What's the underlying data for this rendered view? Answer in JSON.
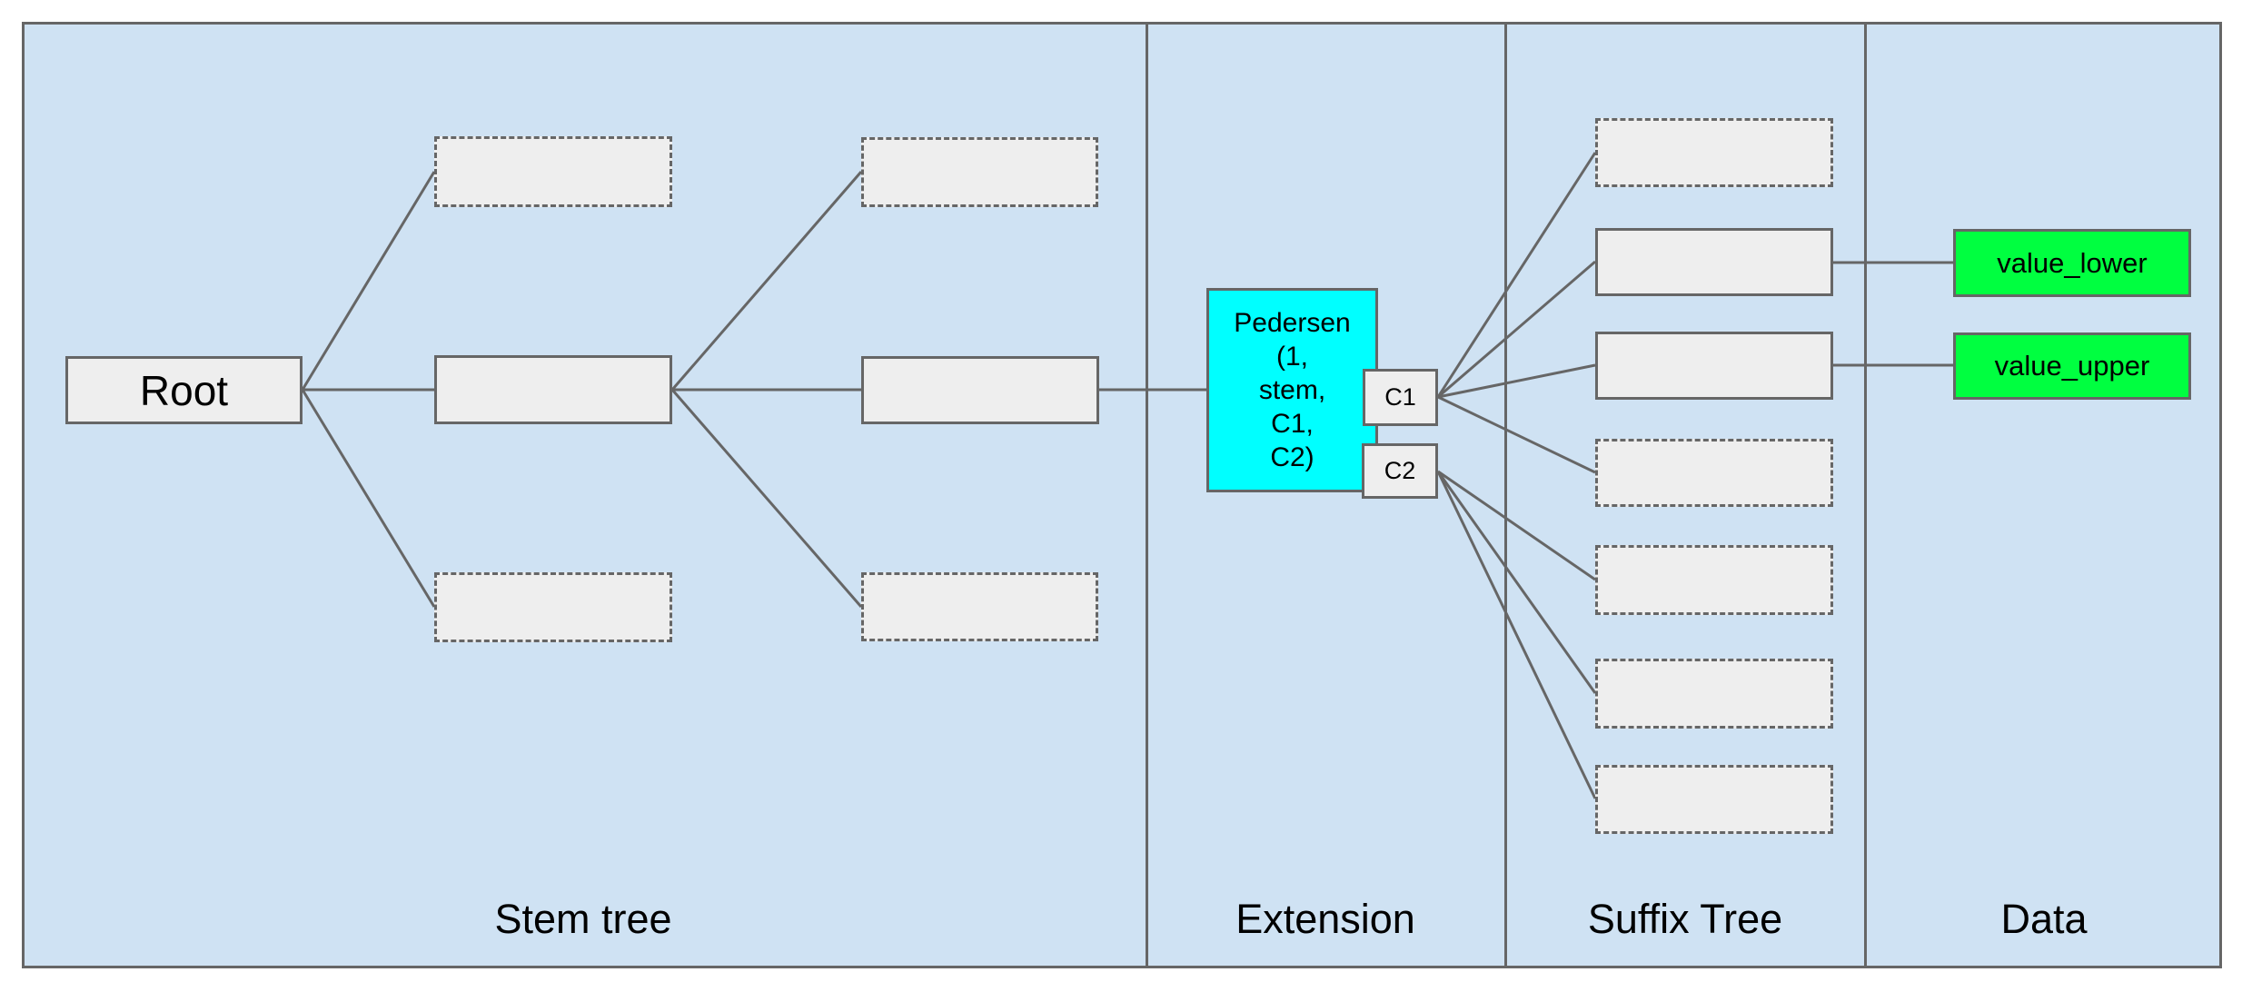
{
  "diagram": {
    "sections": [
      {
        "label": "Stem tree"
      },
      {
        "label": "Extension"
      },
      {
        "label": "Suffix Tree"
      },
      {
        "label": "Data"
      }
    ],
    "nodes": {
      "root": {
        "label": "Root"
      },
      "pedersen": {
        "label": "Pedersen (1, stem, C1, C2)",
        "lines": [
          "Pedersen",
          "(1,",
          "stem,",
          "C1,",
          "C2)"
        ]
      },
      "c1": {
        "label": "C1"
      },
      "c2": {
        "label": "C2"
      },
      "value_lower": {
        "label": "value_lower"
      },
      "value_upper": {
        "label": "value_upper"
      }
    },
    "colors": {
      "canvas_background": "#cfe2f3",
      "node_fill": "#eeeeee",
      "line_and_border": "#666666",
      "pedersen_fill": "#00ffff",
      "value_fill": "#00ff40",
      "text": "#000000"
    }
  }
}
